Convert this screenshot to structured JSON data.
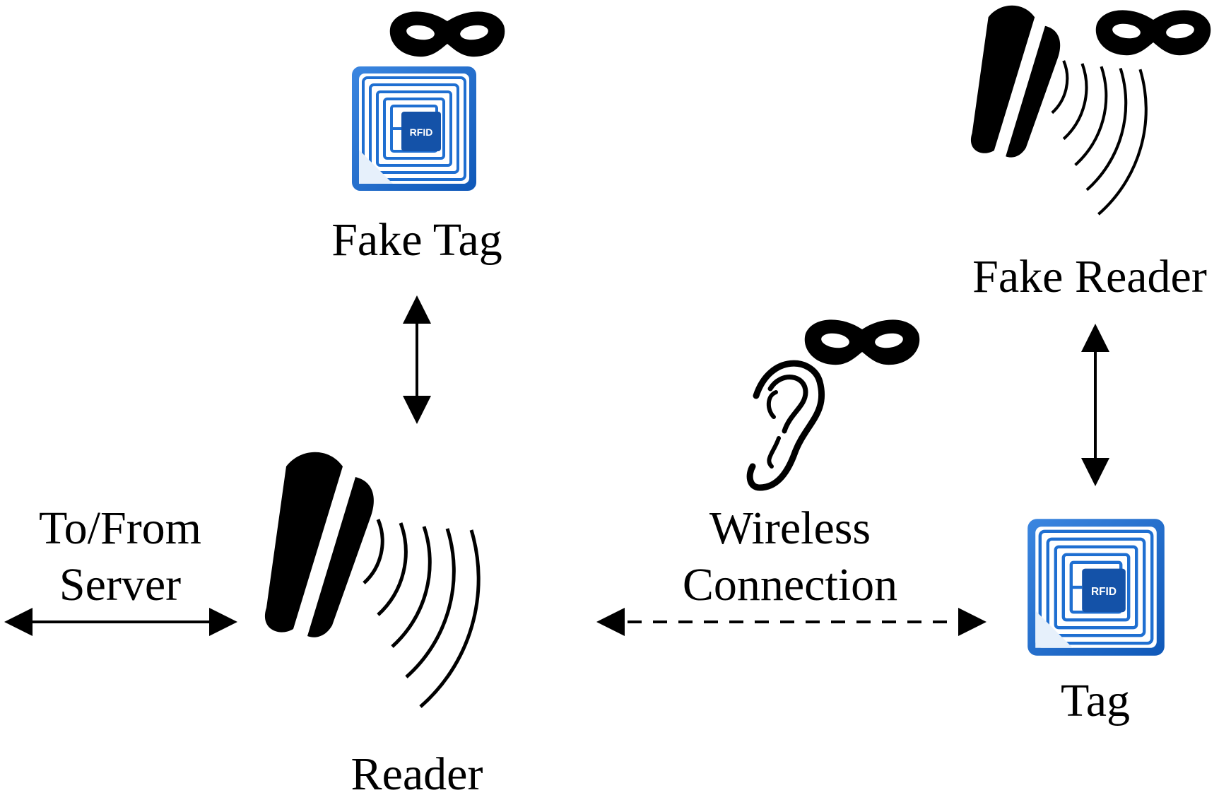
{
  "nodes": {
    "fake_tag": {
      "label": "Fake Tag",
      "chip_text": "RFID"
    },
    "fake_reader": {
      "label": "Fake Reader"
    },
    "reader": {
      "label": "Reader"
    },
    "tag": {
      "label": "Tag",
      "chip_text": "RFID"
    },
    "server": {
      "label_line1": "To/From",
      "label_line2": "Server"
    },
    "eavesdropper": {
      "label_line1": "Wireless",
      "label_line2": "Connection"
    }
  },
  "colors": {
    "ink": "#000000",
    "tag_blue": "#1f6fd1",
    "tag_light": "#e6f0fb",
    "chip_blue": "#1452a8"
  },
  "icons": [
    "mask-icon",
    "rfid-tag-icon",
    "rfid-reader-icon",
    "ear-icon",
    "double-arrow-icon"
  ]
}
